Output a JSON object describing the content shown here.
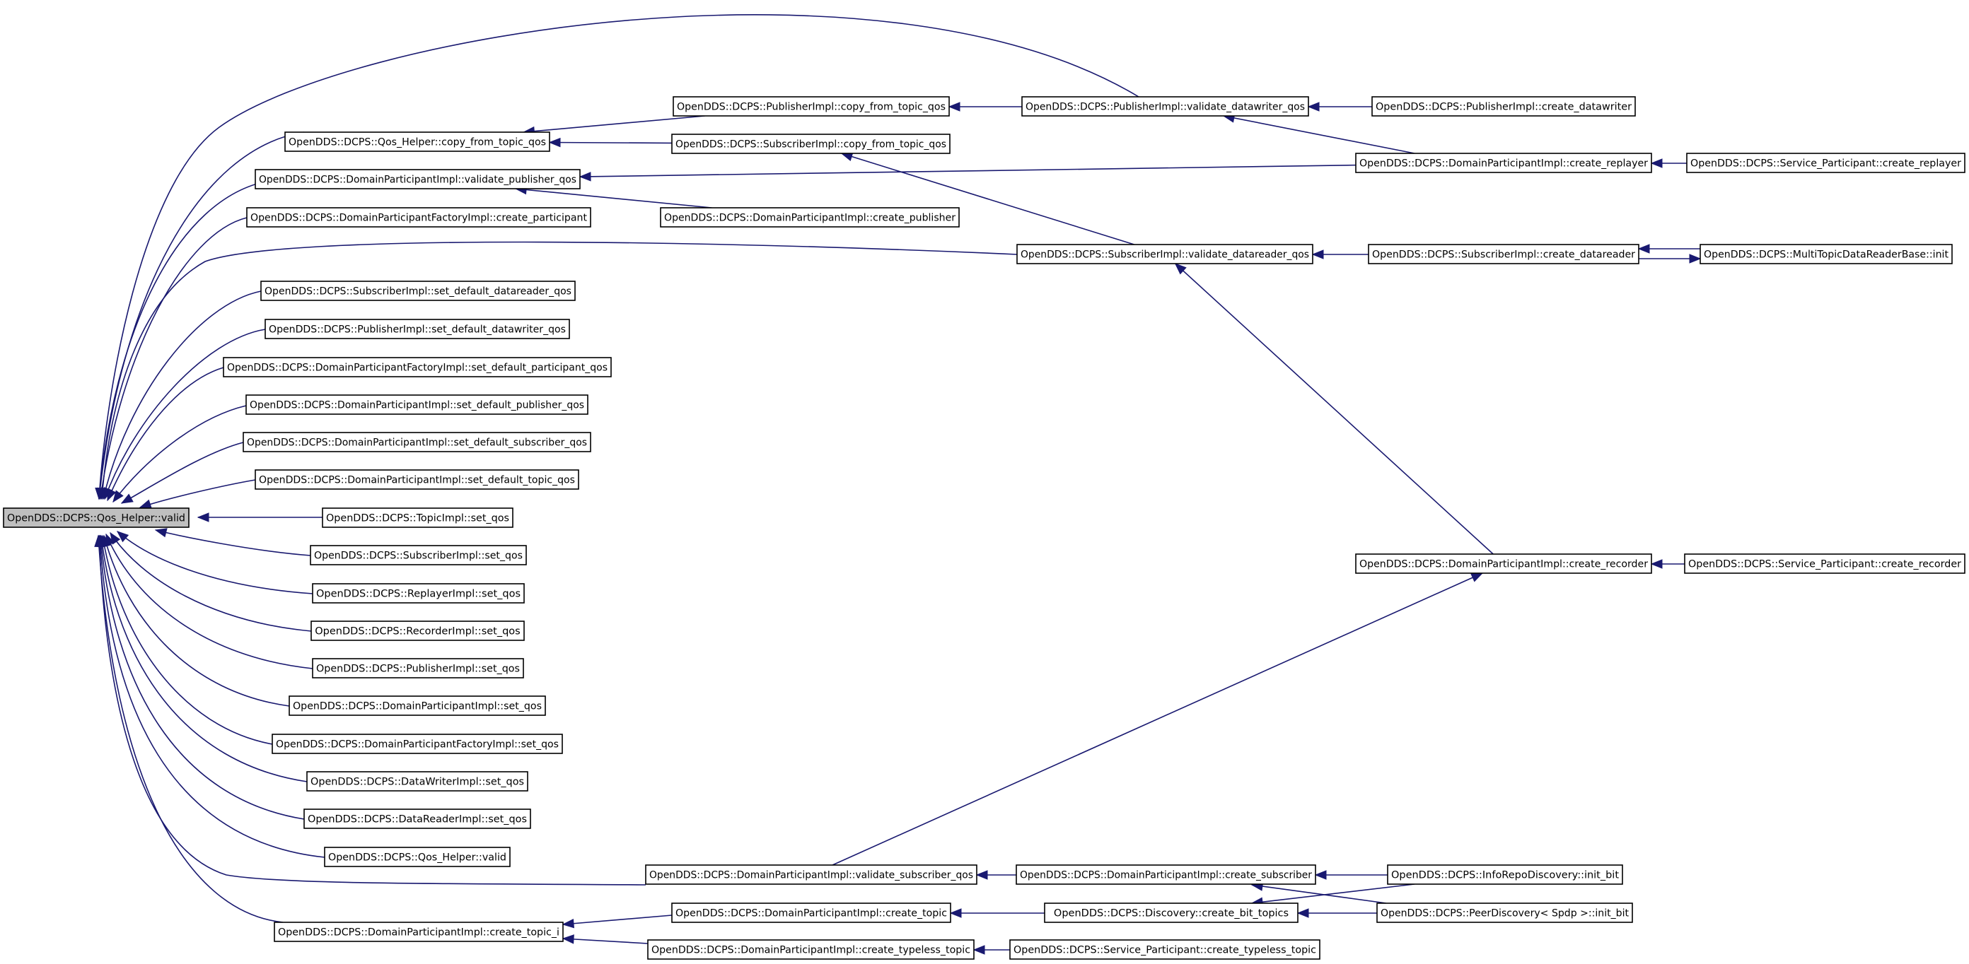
{
  "graph": {
    "root": "OpenDDS::DCPS::Qos_Helper::valid",
    "node_labels": {
      "root": "OpenDDS::DCPS::Qos_Helper::valid",
      "qh_copy": "OpenDDS::DCPS::Qos_Helper::copy_from_topic_qos",
      "pub_copy": "OpenDDS::DCPS::PublisherImpl::copy_from_topic_qos",
      "pub_valdw": "OpenDDS::DCPS::PublisherImpl::validate_datawriter_qos",
      "pub_createdw": "OpenDDS::DCPS::PublisherImpl::create_datawriter",
      "sub_copy": "OpenDDS::DCPS::SubscriberImpl::copy_from_topic_qos",
      "dp_valpub": "OpenDDS::DCPS::DomainParticipantImpl::validate_publisher_qos",
      "dp_createrep": "OpenDDS::DCPS::DomainParticipantImpl::create_replayer",
      "sp_createrep": "OpenDDS::DCPS::Service_Participant::create_replayer",
      "dpf_createpart": "OpenDDS::DCPS::DomainParticipantFactoryImpl::create_participant",
      "dp_createpub": "OpenDDS::DCPS::DomainParticipantImpl::create_publisher",
      "sub_valdr": "OpenDDS::DCPS::SubscriberImpl::validate_datareader_qos",
      "sub_createdr": "OpenDDS::DCPS::SubscriberImpl::create_datareader",
      "mtdr_init": "OpenDDS::DCPS::MultiTopicDataReaderBase::init",
      "sub_setdefdr": "OpenDDS::DCPS::SubscriberImpl::set_default_datareader_qos",
      "pub_setdefdw": "OpenDDS::DCPS::PublisherImpl::set_default_datawriter_qos",
      "dpf_setdefpart": "OpenDDS::DCPS::DomainParticipantFactoryImpl::set_default_participant_qos",
      "dp_setdefpub": "OpenDDS::DCPS::DomainParticipantImpl::set_default_publisher_qos",
      "dp_setdefsub": "OpenDDS::DCPS::DomainParticipantImpl::set_default_subscriber_qos",
      "dp_setdeftopic": "OpenDDS::DCPS::DomainParticipantImpl::set_default_topic_qos",
      "topic_setqos": "OpenDDS::DCPS::TopicImpl::set_qos",
      "sub_setqos": "OpenDDS::DCPS::SubscriberImpl::set_qos",
      "rep_setqos": "OpenDDS::DCPS::ReplayerImpl::set_qos",
      "rec_setqos": "OpenDDS::DCPS::RecorderImpl::set_qos",
      "pub_setqos": "OpenDDS::DCPS::PublisherImpl::set_qos",
      "dp_setqos": "OpenDDS::DCPS::DomainParticipantImpl::set_qos",
      "dpf_setqos": "OpenDDS::DCPS::DomainParticipantFactoryImpl::set_qos",
      "dw_setqos": "OpenDDS::DCPS::DataWriterImpl::set_qos",
      "dr_setqos": "OpenDDS::DCPS::DataReaderImpl::set_qos",
      "qh_valid2": "OpenDDS::DCPS::Qos_Helper::valid",
      "dp_createrec": "OpenDDS::DCPS::DomainParticipantImpl::create_recorder",
      "sp_createrec": "OpenDDS::DCPS::Service_Participant::create_recorder",
      "dp_valsub": "OpenDDS::DCPS::DomainParticipantImpl::validate_subscriber_qos",
      "dp_createsub": "OpenDDS::DCPS::DomainParticipantImpl::create_subscriber",
      "irepo_initbit": "OpenDDS::DCPS::InfoRepoDiscovery::init_bit",
      "dp_createtopici": "OpenDDS::DCPS::DomainParticipantImpl::create_topic_i",
      "dp_createtopic": "OpenDDS::DCPS::DomainParticipantImpl::create_topic",
      "disc_createbit": "OpenDDS::DCPS::Discovery::create_bit_topics",
      "peer_initbit": "OpenDDS::DCPS::PeerDiscovery< Spdp >::init_bit",
      "dp_createtyped": "OpenDDS::DCPS::DomainParticipantImpl::create_typeless_topic",
      "sp_createtyped": "OpenDDS::DCPS::Service_Participant::create_typeless_topic"
    },
    "edges": [
      [
        "qh_copy",
        "root"
      ],
      [
        "dp_valpub",
        "root"
      ],
      [
        "dpf_createpart",
        "root"
      ],
      [
        "sub_valdr",
        "root"
      ],
      [
        "sub_setdefdr",
        "root"
      ],
      [
        "pub_setdefdw",
        "root"
      ],
      [
        "dpf_setdefpart",
        "root"
      ],
      [
        "dp_setdefpub",
        "root"
      ],
      [
        "dp_setdefsub",
        "root"
      ],
      [
        "dp_setdeftopic",
        "root"
      ],
      [
        "topic_setqos",
        "root"
      ],
      [
        "sub_setqos",
        "root"
      ],
      [
        "rep_setqos",
        "root"
      ],
      [
        "rec_setqos",
        "root"
      ],
      [
        "pub_setqos",
        "root"
      ],
      [
        "dp_setqos",
        "root"
      ],
      [
        "dpf_setqos",
        "root"
      ],
      [
        "dw_setqos",
        "root"
      ],
      [
        "dr_setqos",
        "root"
      ],
      [
        "qh_valid2",
        "root"
      ],
      [
        "dp_valsub",
        "root"
      ],
      [
        "dp_createtopici",
        "root"
      ],
      [
        "pub_valdw",
        "root"
      ],
      [
        "pub_copy",
        "qh_copy"
      ],
      [
        "sub_copy",
        "qh_copy"
      ],
      [
        "pub_valdw",
        "pub_copy"
      ],
      [
        "pub_createdw",
        "pub_valdw"
      ],
      [
        "dp_createrep",
        "pub_valdw"
      ],
      [
        "dp_createrep",
        "dp_valpub"
      ],
      [
        "dp_createpub",
        "dp_valpub"
      ],
      [
        "sp_createrep",
        "dp_createrep"
      ],
      [
        "sub_valdr",
        "sub_copy"
      ],
      [
        "sub_createdr",
        "sub_valdr"
      ],
      [
        "dp_createrec",
        "sub_valdr"
      ],
      [
        "mtdr_init",
        "sub_createdr"
      ],
      [
        "sub_createdr",
        "mtdr_init"
      ],
      [
        "sp_createrec",
        "dp_createrec"
      ],
      [
        "dp_valsub",
        "dp_createrec"
      ],
      [
        "dp_createsub",
        "dp_valsub"
      ],
      [
        "irepo_initbit",
        "dp_createsub"
      ],
      [
        "peer_initbit",
        "dp_createsub"
      ],
      [
        "dp_createtopic",
        "dp_createtopici"
      ],
      [
        "dp_createtyped",
        "dp_createtopici"
      ],
      [
        "disc_createbit",
        "dp_createtopic"
      ],
      [
        "irepo_initbit",
        "disc_createbit"
      ],
      [
        "peer_initbit",
        "disc_createbit"
      ],
      [
        "sp_createtyped",
        "dp_createtyped"
      ]
    ]
  }
}
